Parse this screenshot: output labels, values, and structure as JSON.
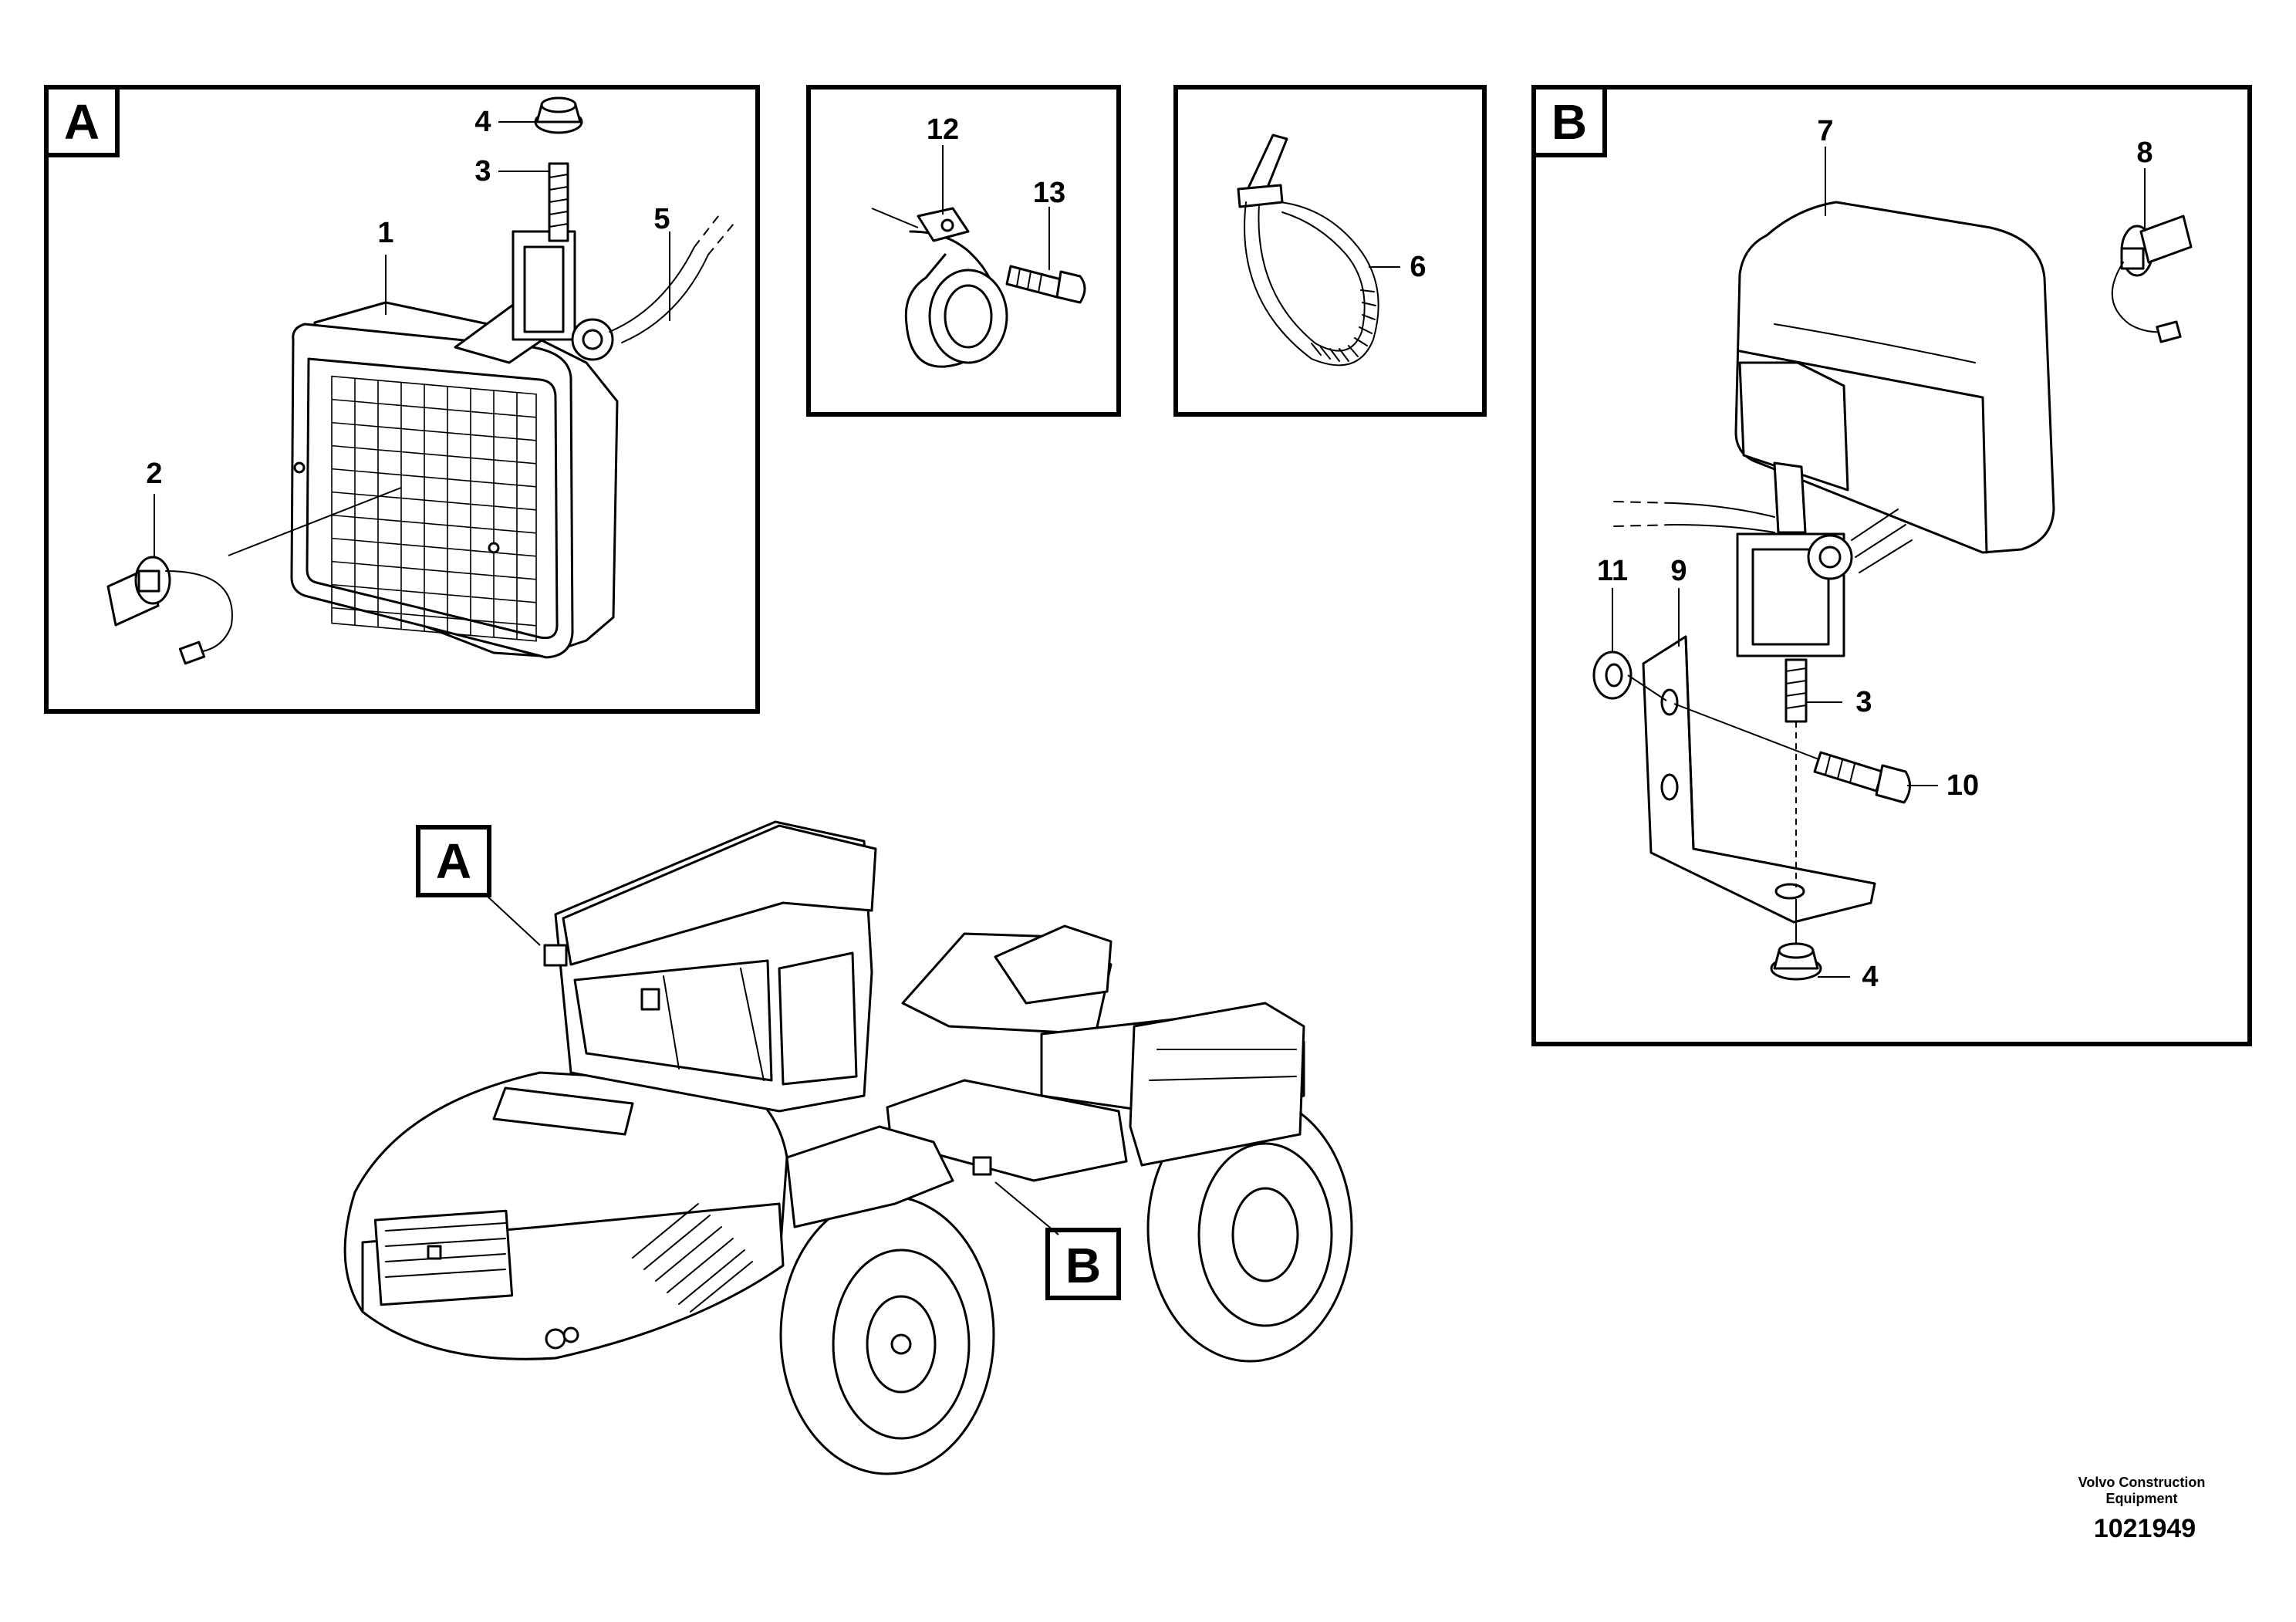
{
  "panels": {
    "a": {
      "letter": "A"
    },
    "clamp": {},
    "tie": {},
    "b": {
      "letter": "B"
    }
  },
  "callouts": {
    "a": {
      "p1": "1",
      "p2": "2",
      "p3": "3",
      "p4": "4",
      "p5": "5"
    },
    "clamp": {
      "p12": "12",
      "p13": "13"
    },
    "tie": {
      "p6": "6"
    },
    "b": {
      "p3": "3",
      "p4": "4",
      "p7": "7",
      "p8": "8",
      "p9": "9",
      "p10": "10",
      "p11": "11"
    }
  },
  "overview": {
    "marker_a": "A",
    "marker_b": "B"
  },
  "footer": {
    "company_line1": "Volvo Construction",
    "company_line2": "Equipment",
    "drawing_number": "1021949"
  }
}
